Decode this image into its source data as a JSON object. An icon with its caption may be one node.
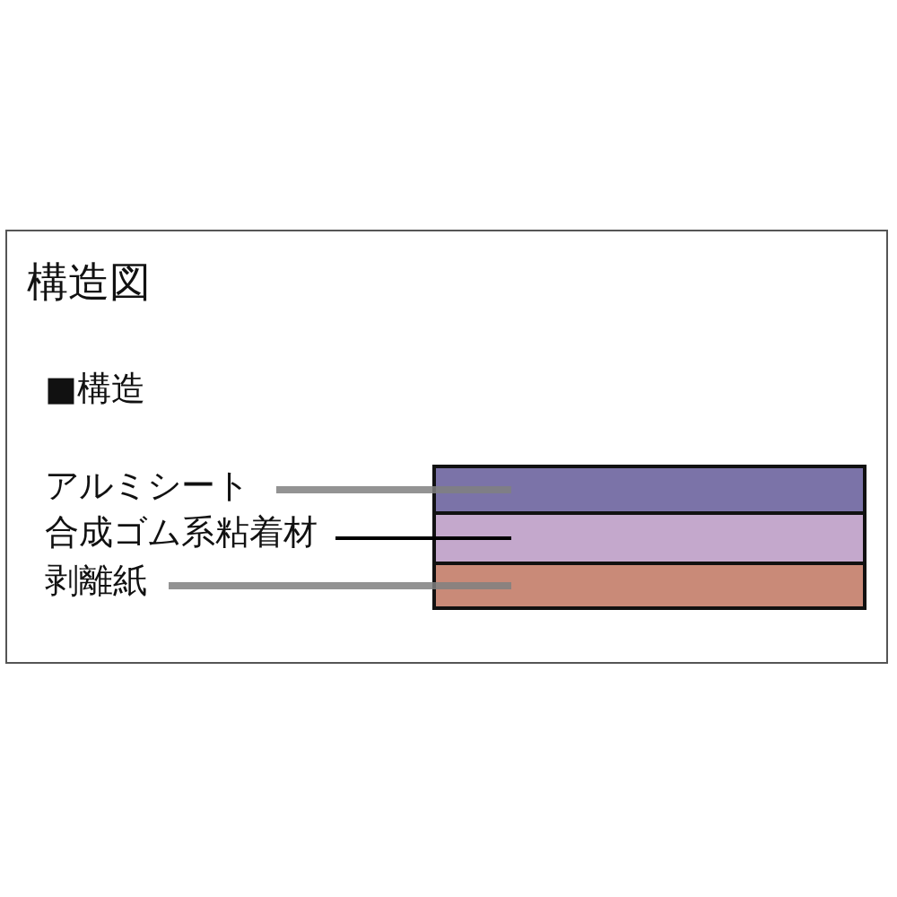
{
  "diagram": {
    "title": "構造図",
    "nodes": [
      {
        "text": [
          "アルミシート"
        ]
      },
      {
        "text": [
          "合成ゴム系粘着材"
        ]
      },
      {
        "text": [
          "剥離紙"
        ]
      },
      {
        "text": [],
        "shape": "bar"
      },
      {
        "text": [],
        "shape": "bar"
      },
      {
        "text": [],
        "shape": "bar"
      }
    ],
    "edges": [
      {
        "from": 0,
        "to": 3,
        "arrow": "none"
      },
      {
        "from": 1,
        "to": 4,
        "arrow": "none",
        "color": "#000000"
      },
      {
        "from": 2,
        "to": 5,
        "arrow": "none"
      }
    ],
    "labels": [
      "■構造"
    ]
  }
}
